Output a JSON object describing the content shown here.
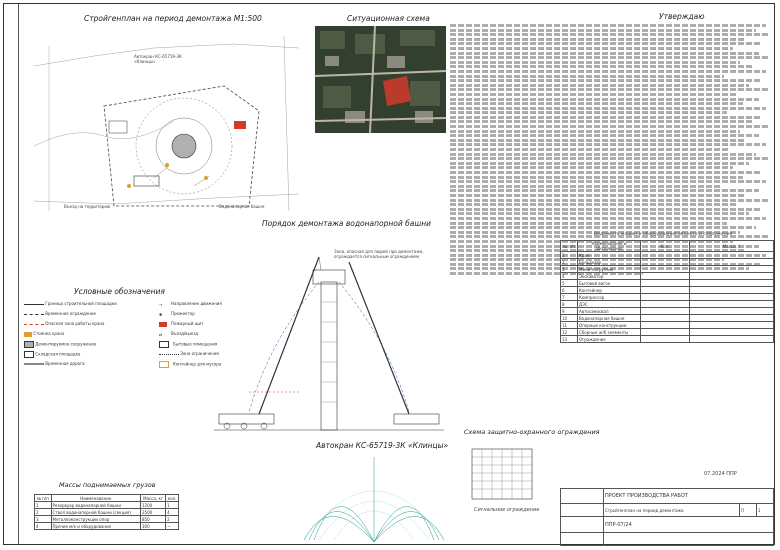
{
  "sheet": {
    "approve": "Утверждаю",
    "site_plan_title": "Стройгенплан на период демонтажа М1:500",
    "situation_title": "Ситуационная схема",
    "order_title": "Порядок демонтажа водонапорной башни",
    "crane_title": "Автокран КС-65719-3К «Клинцы»",
    "fence_title": "Схема защитно-охранного ограждения",
    "fence_caption": "Сигнальное ограждение",
    "legend_title": "Условные обозначения",
    "masses_title": "Массы поднимаемых грузов",
    "volumes_title": "Ведомость машин и оборудования объекта и сооружения",
    "date": "07.2024 ППР"
  },
  "site_labels": {
    "crane_note": "Автокран КС-65719-3К «Клинцы»",
    "tower_note": "Водонапорная башня",
    "access_note": "Въезд на территорию"
  },
  "order_labels": {
    "note": "Зона, опасная для людей при демонтаже, ограждается сигнальным ограждением"
  },
  "legend": [
    {
      "text": "Граница строительной площадки"
    },
    {
      "text": "Временное ограждение"
    },
    {
      "text": "Опасная зона работы крана"
    },
    {
      "text": "Стоянка крана"
    },
    {
      "text": "Демонтируемое сооружение"
    },
    {
      "text": "Складская площадка"
    },
    {
      "text": "Временная дорога"
    },
    {
      "text": "Направление движения"
    },
    {
      "text": "Прожектор"
    },
    {
      "text": "Пожарный щит"
    },
    {
      "text": "Въезд/выезд"
    },
    {
      "text": "Бытовые помещения"
    },
    {
      "text": "Зона ограничения"
    },
    {
      "text": "Контейнер для мусора"
    }
  ],
  "masses": {
    "headers": [
      "№ п/п",
      "Наименование",
      "Масса, кг",
      "кол."
    ],
    "rows": [
      [
        "1",
        "Резервуар водонапорной башни",
        "1200",
        "1"
      ],
      [
        "2",
        "Ствол водонапорной башни (секция)",
        "2500",
        "4"
      ],
      [
        "3",
        "Металлоконструкции опор",
        "850",
        "2"
      ],
      [
        "4",
        "Прочие м/к и оборудование",
        "300",
        "—"
      ]
    ]
  },
  "volumes": {
    "headers": [
      "№ п/п",
      "Наименование и обозначение",
      "Кол.",
      "Масса, т"
    ],
    "rows": [
      [
        "1",
        "Кран"
      ],
      [
        "2",
        "Бульдозер"
      ],
      [
        "3",
        "Мини-погрузчик"
      ],
      [
        "4",
        "Экскаватор"
      ],
      [
        "5",
        "Бытовой вагон"
      ],
      [
        "6",
        "Контейнер"
      ],
      [
        "7",
        "Компрессор"
      ],
      [
        "8",
        "ДЭС"
      ],
      [
        "9",
        "Автосамосвал"
      ],
      [
        "10",
        "Водонапорная башня"
      ],
      [
        "11",
        "Опорные конструкции"
      ],
      [
        "12",
        "Сборные ж/б элементы"
      ],
      [
        "13",
        "Ограждение"
      ]
    ]
  },
  "stamp": {
    "project": "ПРОЕКТ ПРОИЗВОДСТВА РАБОТ",
    "sheet_name": "Стройгенплан на период демонтажа",
    "code": "ППР-07/24",
    "stage": "П",
    "sheet_no": "1"
  },
  "colors": {
    "zone": "#d23a2a",
    "crane_dash": "#1f5aa6",
    "photo_bg": "#2e3b2b"
  }
}
